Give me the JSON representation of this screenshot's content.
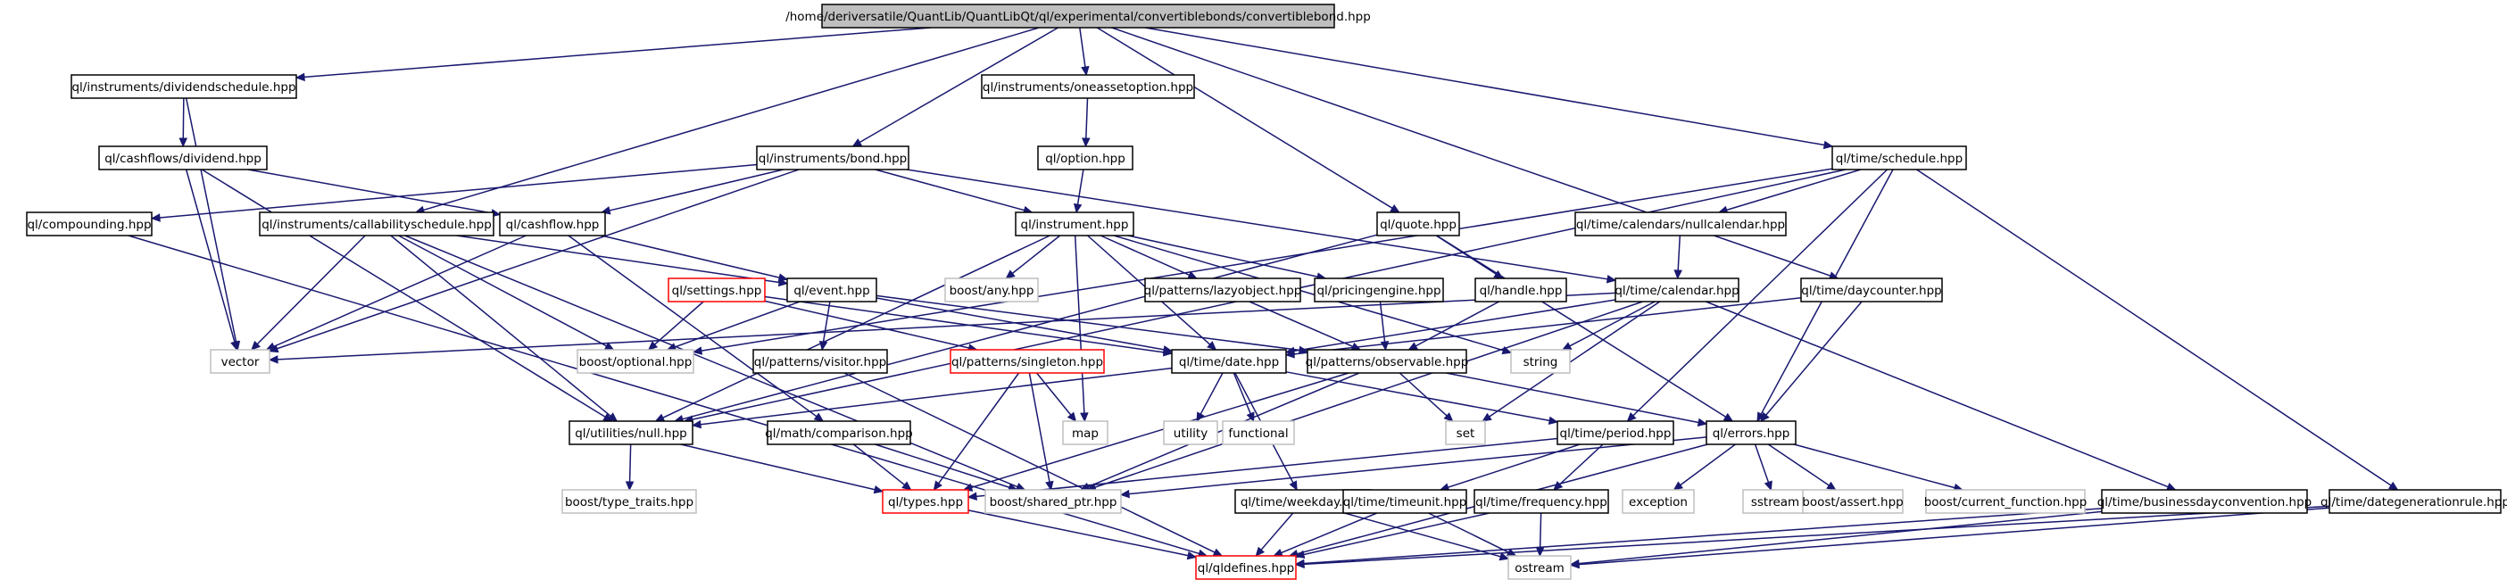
{
  "colors": {
    "edge": "#191970",
    "node_border": "#000000",
    "node_border_incomplete": "#bfbfbf",
    "node_border_truncated": "#ff0000",
    "root_fill": "#bfbfbf",
    "node_fill": "#ffffff"
  },
  "nodes": [
    {
      "id": "root",
      "label": "/home/deriversatile/QuantLib/QuantLibQt/ql/experimental/convertiblebonds/convertiblebond.hpp",
      "style": "root"
    },
    {
      "id": "dividendschedule",
      "label": "ql/instruments/dividendschedule.hpp",
      "style": "normal"
    },
    {
      "id": "oneassetoption",
      "label": "ql/instruments/oneassetoption.hpp",
      "style": "normal"
    },
    {
      "id": "schedule",
      "label": "ql/time/schedule.hpp",
      "style": "normal"
    },
    {
      "id": "dividend",
      "label": "ql/cashflows/dividend.hpp",
      "style": "normal"
    },
    {
      "id": "bond",
      "label": "ql/instruments/bond.hpp",
      "style": "normal"
    },
    {
      "id": "option",
      "label": "ql/option.hpp",
      "style": "normal"
    },
    {
      "id": "compounding",
      "label": "ql/compounding.hpp",
      "style": "normal"
    },
    {
      "id": "callability",
      "label": "ql/instruments/callabilityschedule.hpp",
      "style": "normal"
    },
    {
      "id": "cashflow",
      "label": "ql/cashflow.hpp",
      "style": "normal"
    },
    {
      "id": "instrument",
      "label": "ql/instrument.hpp",
      "style": "normal"
    },
    {
      "id": "quote",
      "label": "ql/quote.hpp",
      "style": "normal"
    },
    {
      "id": "nullcalendar",
      "label": "ql/time/calendars/nullcalendar.hpp",
      "style": "normal"
    },
    {
      "id": "settings",
      "label": "ql/settings.hpp",
      "style": "truncated"
    },
    {
      "id": "event",
      "label": "ql/event.hpp",
      "style": "normal"
    },
    {
      "id": "boostany",
      "label": "boost/any.hpp",
      "style": "incomplete"
    },
    {
      "id": "lazyobject",
      "label": "ql/patterns/lazyobject.hpp",
      "style": "normal"
    },
    {
      "id": "pricingengine",
      "label": "ql/pricingengine.hpp",
      "style": "normal"
    },
    {
      "id": "handle",
      "label": "ql/handle.hpp",
      "style": "normal"
    },
    {
      "id": "calendar",
      "label": "ql/time/calendar.hpp",
      "style": "normal"
    },
    {
      "id": "daycounter",
      "label": "ql/time/daycounter.hpp",
      "style": "normal"
    },
    {
      "id": "vector",
      "label": "vector",
      "style": "incomplete"
    },
    {
      "id": "optional",
      "label": "boost/optional.hpp",
      "style": "incomplete"
    },
    {
      "id": "visitor",
      "label": "ql/patterns/visitor.hpp",
      "style": "normal"
    },
    {
      "id": "singleton",
      "label": "ql/patterns/singleton.hpp",
      "style": "truncated"
    },
    {
      "id": "date",
      "label": "ql/time/date.hpp",
      "style": "normal"
    },
    {
      "id": "observable",
      "label": "ql/patterns/observable.hpp",
      "style": "normal"
    },
    {
      "id": "string",
      "label": "string",
      "style": "incomplete"
    },
    {
      "id": "null",
      "label": "ql/utilities/null.hpp",
      "style": "normal"
    },
    {
      "id": "comparison",
      "label": "ql/math/comparison.hpp",
      "style": "normal"
    },
    {
      "id": "map",
      "label": "map",
      "style": "incomplete"
    },
    {
      "id": "utility",
      "label": "utility",
      "style": "incomplete"
    },
    {
      "id": "functional",
      "label": "functional",
      "style": "incomplete"
    },
    {
      "id": "set",
      "label": "set",
      "style": "incomplete"
    },
    {
      "id": "period",
      "label": "ql/time/period.hpp",
      "style": "normal"
    },
    {
      "id": "errors",
      "label": "ql/errors.hpp",
      "style": "normal"
    },
    {
      "id": "typetraits",
      "label": "boost/type_traits.hpp",
      "style": "incomplete"
    },
    {
      "id": "types",
      "label": "ql/types.hpp",
      "style": "truncated"
    },
    {
      "id": "sharedptr",
      "label": "boost/shared_ptr.hpp",
      "style": "incomplete"
    },
    {
      "id": "weekday",
      "label": "ql/time/weekday.hpp",
      "style": "normal"
    },
    {
      "id": "timeunit",
      "label": "ql/time/timeunit.hpp",
      "style": "normal"
    },
    {
      "id": "frequency",
      "label": "ql/time/frequency.hpp",
      "style": "normal"
    },
    {
      "id": "exception",
      "label": "exception",
      "style": "incomplete"
    },
    {
      "id": "sstream",
      "label": "sstream",
      "style": "incomplete"
    },
    {
      "id": "assert",
      "label": "boost/assert.hpp",
      "style": "incomplete"
    },
    {
      "id": "currentfunction",
      "label": "boost/current_function.hpp",
      "style": "incomplete"
    },
    {
      "id": "bdc",
      "label": "ql/time/businessdayconvention.hpp",
      "style": "normal"
    },
    {
      "id": "dgr",
      "label": "ql/time/dategenerationrule.hpp",
      "style": "normal"
    },
    {
      "id": "qldefines",
      "label": "ql/qldefines.hpp",
      "style": "truncated"
    },
    {
      "id": "ostream",
      "label": "ostream",
      "style": "incomplete"
    }
  ],
  "edges": [
    [
      "root",
      "dividendschedule"
    ],
    [
      "root",
      "oneassetoption"
    ],
    [
      "root",
      "schedule"
    ],
    [
      "root",
      "bond"
    ],
    [
      "root",
      "callability"
    ],
    [
      "root",
      "quote"
    ],
    [
      "root",
      "daycounter"
    ],
    [
      "dividendschedule",
      "dividend"
    ],
    [
      "dividendschedule",
      "vector"
    ],
    [
      "dividend",
      "cashflow"
    ],
    [
      "dividend",
      "vector"
    ],
    [
      "dividend",
      "null"
    ],
    [
      "oneassetoption",
      "option"
    ],
    [
      "option",
      "instrument"
    ],
    [
      "bond",
      "instrument"
    ],
    [
      "bond",
      "cashflow"
    ],
    [
      "bond",
      "compounding"
    ],
    [
      "bond",
      "calendar"
    ],
    [
      "bond",
      "vector"
    ],
    [
      "compounding",
      "qldefines"
    ],
    [
      "callability",
      "event"
    ],
    [
      "callability",
      "optional"
    ],
    [
      "callability",
      "null"
    ],
    [
      "callability",
      "sharedptr"
    ],
    [
      "callability",
      "vector"
    ],
    [
      "cashflow",
      "event"
    ],
    [
      "cashflow",
      "comparison"
    ],
    [
      "cashflow",
      "vector"
    ],
    [
      "instrument",
      "lazyobject"
    ],
    [
      "instrument",
      "pricingengine"
    ],
    [
      "instrument",
      "boostany"
    ],
    [
      "instrument",
      "map"
    ],
    [
      "instrument",
      "date"
    ],
    [
      "instrument",
      "null"
    ],
    [
      "instrument",
      "string"
    ],
    [
      "quote",
      "handle"
    ],
    [
      "quote",
      "errors"
    ],
    [
      "quote",
      "null"
    ],
    [
      "schedule",
      "nullcalendar"
    ],
    [
      "schedule",
      "dgr"
    ],
    [
      "schedule",
      "errors"
    ],
    [
      "schedule",
      "period"
    ],
    [
      "schedule",
      "null"
    ],
    [
      "schedule",
      "optional"
    ],
    [
      "nullcalendar",
      "calendar"
    ],
    [
      "calendar",
      "date"
    ],
    [
      "calendar",
      "bdc"
    ],
    [
      "calendar",
      "sharedptr"
    ],
    [
      "calendar",
      "set"
    ],
    [
      "calendar",
      "vector"
    ],
    [
      "calendar",
      "string"
    ],
    [
      "daycounter",
      "date"
    ],
    [
      "daycounter",
      "errors"
    ],
    [
      "event",
      "date"
    ],
    [
      "event",
      "observable"
    ],
    [
      "event",
      "visitor"
    ],
    [
      "event",
      "optional"
    ],
    [
      "settings",
      "date"
    ],
    [
      "settings",
      "singleton"
    ],
    [
      "settings",
      "optional"
    ],
    [
      "lazyobject",
      "observable"
    ],
    [
      "pricingengine",
      "observable"
    ],
    [
      "handle",
      "observable"
    ],
    [
      "date",
      "period"
    ],
    [
      "date",
      "weekday"
    ],
    [
      "date",
      "null"
    ],
    [
      "date",
      "utility"
    ],
    [
      "date",
      "functional"
    ],
    [
      "observable",
      "errors"
    ],
    [
      "observable",
      "types"
    ],
    [
      "observable",
      "sharedptr"
    ],
    [
      "observable",
      "set"
    ],
    [
      "singleton",
      "types"
    ],
    [
      "singleton",
      "map"
    ],
    [
      "singleton",
      "sharedptr"
    ],
    [
      "visitor",
      "qldefines"
    ],
    [
      "null",
      "types"
    ],
    [
      "null",
      "typetraits"
    ],
    [
      "comparison",
      "types"
    ],
    [
      "comparison",
      "sharedptr"
    ],
    [
      "period",
      "timeunit"
    ],
    [
      "period",
      "frequency"
    ],
    [
      "period",
      "types"
    ],
    [
      "errors",
      "exception"
    ],
    [
      "errors",
      "sstream"
    ],
    [
      "errors",
      "assert"
    ],
    [
      "errors",
      "currentfunction"
    ],
    [
      "errors",
      "qldefines"
    ],
    [
      "errors",
      "sharedptr"
    ],
    [
      "types",
      "qldefines"
    ],
    [
      "weekday",
      "qldefines"
    ],
    [
      "weekday",
      "ostream"
    ],
    [
      "timeunit",
      "qldefines"
    ],
    [
      "timeunit",
      "ostream"
    ],
    [
      "frequency",
      "qldefines"
    ],
    [
      "frequency",
      "ostream"
    ],
    [
      "bdc",
      "qldefines"
    ],
    [
      "bdc",
      "ostream"
    ],
    [
      "dgr",
      "qldefines"
    ],
    [
      "dgr",
      "ostream"
    ]
  ]
}
